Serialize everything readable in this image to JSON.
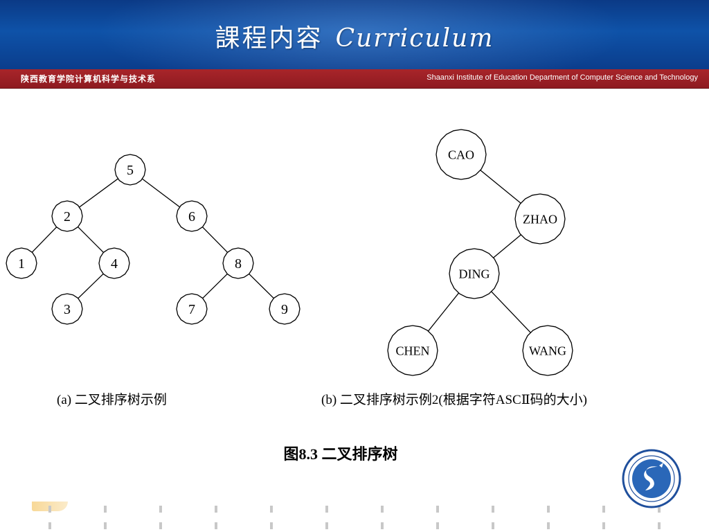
{
  "header": {
    "title_cn": "課程内容",
    "title_en": "Curriculum"
  },
  "subbar": {
    "left": "陕西教育学院计算机科学与技术系",
    "right": "Shaanxi Institute of Education  Department of Computer Science and Technology"
  },
  "tree_a": {
    "nodes": [
      "5",
      "2",
      "6",
      "1",
      "4",
      "8",
      "3",
      "7",
      "9"
    ],
    "edges": [
      [
        "5",
        "2"
      ],
      [
        "5",
        "6"
      ],
      [
        "2",
        "1"
      ],
      [
        "2",
        "4"
      ],
      [
        "6",
        "8"
      ],
      [
        "4",
        "3"
      ],
      [
        "8",
        "7"
      ],
      [
        "8",
        "9"
      ]
    ]
  },
  "tree_b": {
    "nodes": [
      "CAO",
      "ZHAO",
      "DING",
      "CHEN",
      "WANG"
    ],
    "edges": [
      [
        "CAO",
        "ZHAO"
      ],
      [
        "ZHAO",
        "DING"
      ],
      [
        "DING",
        "CHEN"
      ],
      [
        "DING",
        "WANG"
      ]
    ]
  },
  "captions": {
    "a": "(a) 二叉排序树示例",
    "b": "(b) 二叉排序树示例2(根据字符ASCⅡ码的大小)",
    "figure": "图8.3 二叉排序树"
  },
  "colors": {
    "header_blue": "#0e52a8",
    "subbar_red": "#a8252a"
  }
}
